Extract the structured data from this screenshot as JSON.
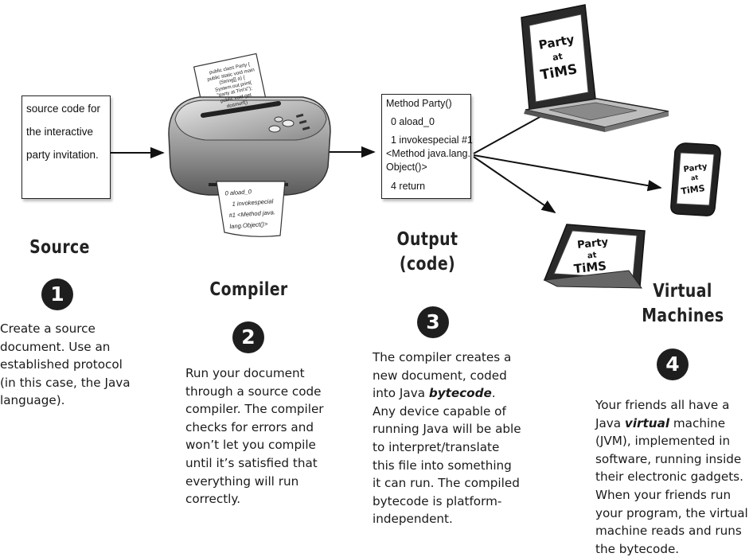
{
  "source_box": {
    "lines": [
      "source code for",
      "the interactive",
      "party invitation."
    ]
  },
  "compiler_paper_in": {
    "lines": [
      "public class Party {",
      "public static void main",
      "(String[] a) {",
      "System.out.print(",
      "\"party at Tim's\");",
      "public void get",
      "dosmurf()"
    ]
  },
  "compiler_paper_out": {
    "lines": [
      "0 aload_0",
      "1 invokespecial",
      "#1 <Method java.",
      "lang.Object()>"
    ]
  },
  "output_box": {
    "lines": [
      "Method Party()",
      "0 aload_0",
      "1 invokespecial #1",
      "<Method java.lang.",
      "Object()>",
      "4 return"
    ]
  },
  "screen_text": {
    "line1": "Party",
    "line2": "at",
    "line3": "TiMS"
  },
  "steps": [
    {
      "number": "1",
      "heading_lines": [
        "Source"
      ],
      "desc_lines": [
        "Create a source",
        "document. Use an",
        "established protocol",
        "(in this case, the Java",
        "language)."
      ]
    },
    {
      "number": "2",
      "heading_lines": [
        "Compiler"
      ],
      "desc_lines": [
        "Run your document",
        "through a source code",
        "compiler. The compiler",
        "checks for errors and",
        "won’t let you compile",
        "until it’s satisfied that",
        "everything will run",
        "correctly."
      ]
    },
    {
      "number": "3",
      "heading_lines": [
        "Output",
        "(code)"
      ],
      "desc_lines": [
        "The compiler creates a",
        "new document, coded",
        "into Java ",
        "bytecode",
        ".",
        "Any device capable of",
        "running Java will be able",
        "to interpret/translate",
        "this file into something",
        "it can run. The compiled",
        "bytecode is platform-",
        "independent."
      ]
    },
    {
      "number": "4",
      "heading_lines": [
        "Virtual",
        "Machines"
      ],
      "desc_lines": [
        "Your friends all have a",
        "Java ",
        "virtual",
        " machine",
        "(JVM), implemented in",
        "software, running inside",
        "their electronic gadgets.",
        "When your friends run",
        "your program, the virtual",
        "machine reads and runs",
        "the bytecode."
      ]
    }
  ]
}
